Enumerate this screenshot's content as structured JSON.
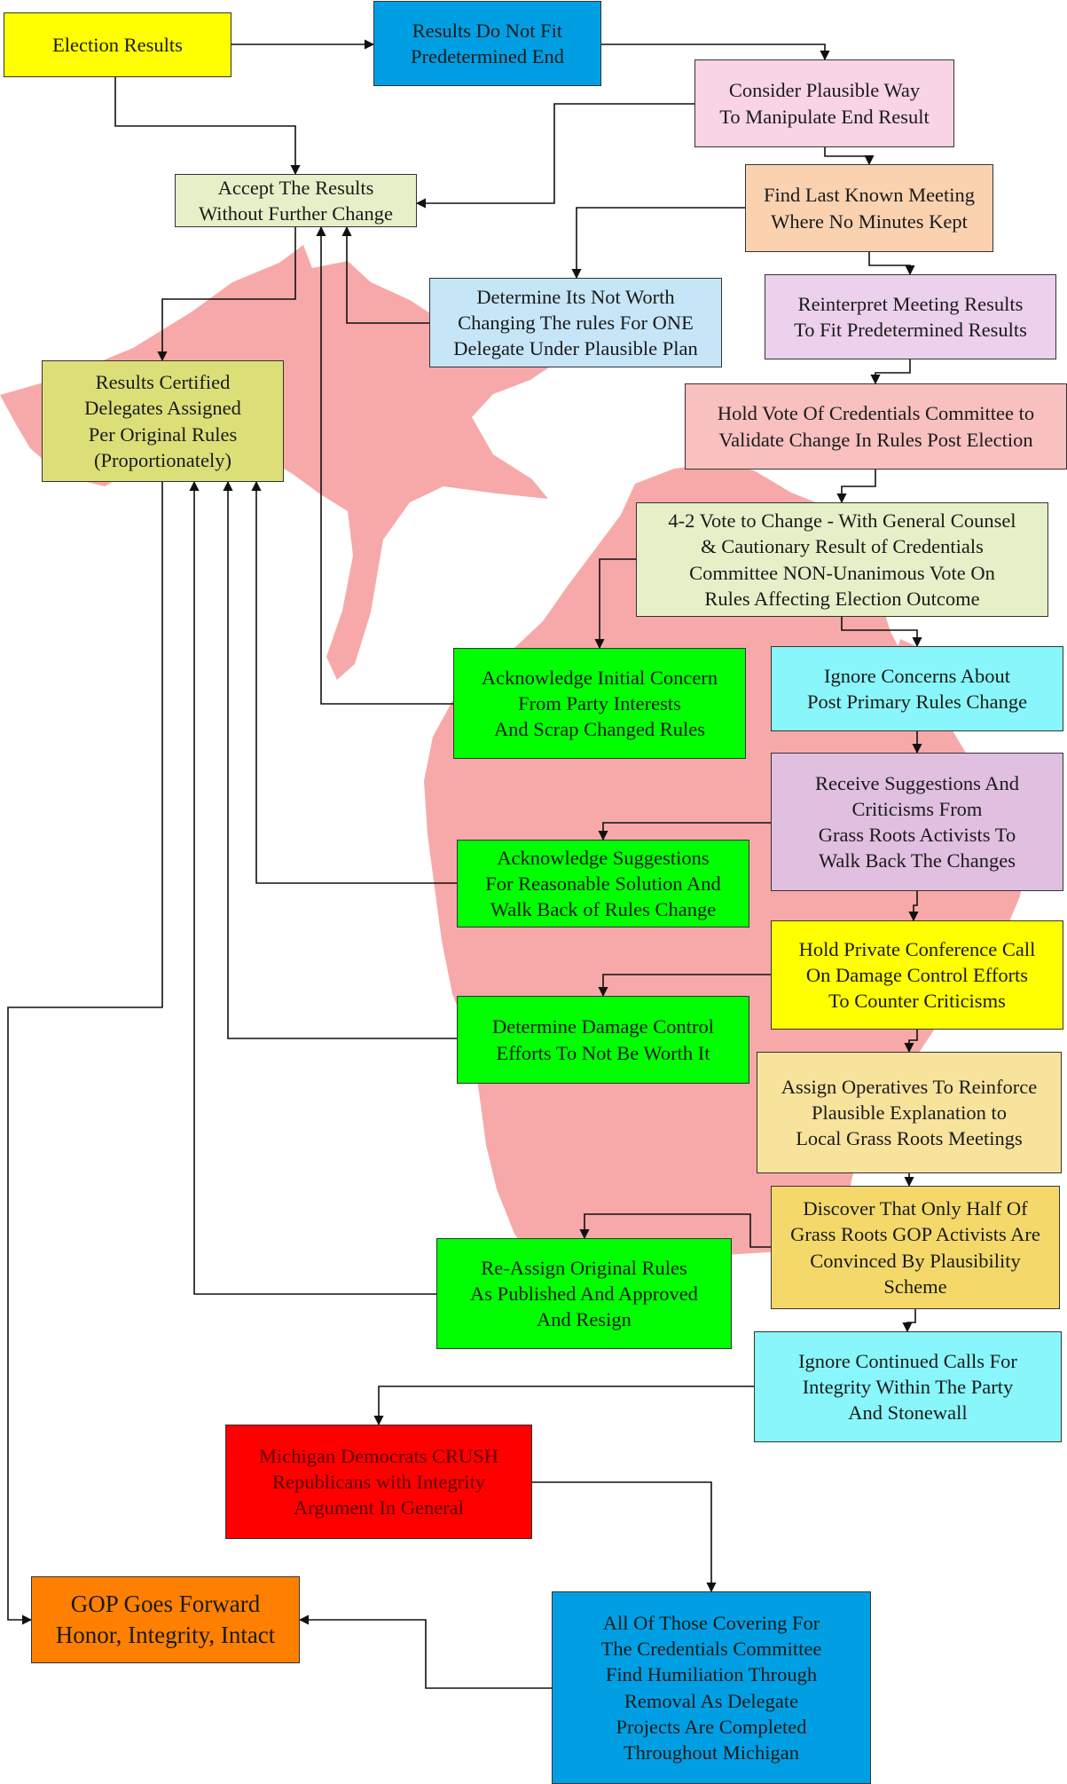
{
  "colors": {
    "yellow": "#ffff00",
    "blue": "#009fe3",
    "pink": "#f8d4e6",
    "peach": "#fbd2b0",
    "pale_green": "#e6f0c8",
    "light_blue": "#c6e6f8",
    "lavender": "#ecd0ec",
    "salmon": "#f9c0c0",
    "olive": "#dcdf78",
    "bright_green": "#00ff00",
    "cyan": "#88f6fa",
    "mauve": "#e0bfe0",
    "tan": "#f8e39c",
    "gold": "#f4d96a",
    "red": "#ff0000",
    "orange": "#ff8000",
    "mitten": "#f7a9a9",
    "connector": "#111111"
  },
  "nodes": {
    "election_results": "Election Results",
    "results_do_not_fit": "Results Do Not Fit\nPredetermined End",
    "consider_plausible": "Consider Plausible Way\nTo Manipulate End Result",
    "accept_results": "Accept The Results\nWithout Further Change",
    "find_last_meeting": "Find Last Known Meeting\nWhere No Minutes Kept",
    "determine_not_worth": "Determine Its Not Worth\nChanging The rules For ONE\nDelegate Under Plausible Plan",
    "reinterpret_meeting": "Reinterpret Meeting Results\nTo Fit Predetermined Results",
    "results_certified": "Results Certified\nDelegates Assigned\nPer Original Rules\n(Proportionately)",
    "hold_vote": "Hold Vote Of  Credentials Committee to\nValidate Change In Rules Post Election",
    "four_two_vote": "4-2 Vote to Change - With General Counsel\n& Cautionary Result of Credentials\nCommittee NON-Unanimous Vote On\nRules Affecting Election Outcome",
    "acknowledge_concern": "Acknowledge Initial Concern\nFrom Party Interests\nAnd Scrap Changed Rules",
    "ignore_concerns": "Ignore Concerns About\nPost Primary Rules Change",
    "receive_suggestions": "Receive Suggestions And\nCriticisms From\nGrass Roots Activists To\nWalk Back The Changes",
    "acknowledge_suggestions": "Acknowledge Suggestions\nFor Reasonable Solution And\nWalk Back of Rules Change",
    "hold_private_call": "Hold Private Conference Call\nOn Damage Control Efforts\nTo Counter Criticisms",
    "determine_damage": "Determine Damage Control\nEfforts To Not Be Worth It",
    "assign_operatives": "Assign Operatives To Reinforce\nPlausible Explanation to\nLocal Grass Roots Meetings",
    "discover_half": "Discover That Only Half Of\nGrass Roots GOP Activists Are\nConvinced By Plausibility\nScheme",
    "reassign_original": "Re-Assign Original Rules\nAs Published And Approved\nAnd Resign",
    "ignore_continued": "Ignore Continued Calls For\nIntegrity Within The Party\nAnd Stonewall",
    "michigan_democrats": "Michigan Democrats CRUSH\nRepublicans with Integrity\nArgument In General",
    "gop_forward": "GOP  Goes Forward\nHonor, Integrity, Intact",
    "all_covering": "All Of Those Covering For\nThe Credentials Committee\nFind Humiliation Through\nRemoval As Delegate\nProjects Are Completed\nThroughout Michigan"
  }
}
